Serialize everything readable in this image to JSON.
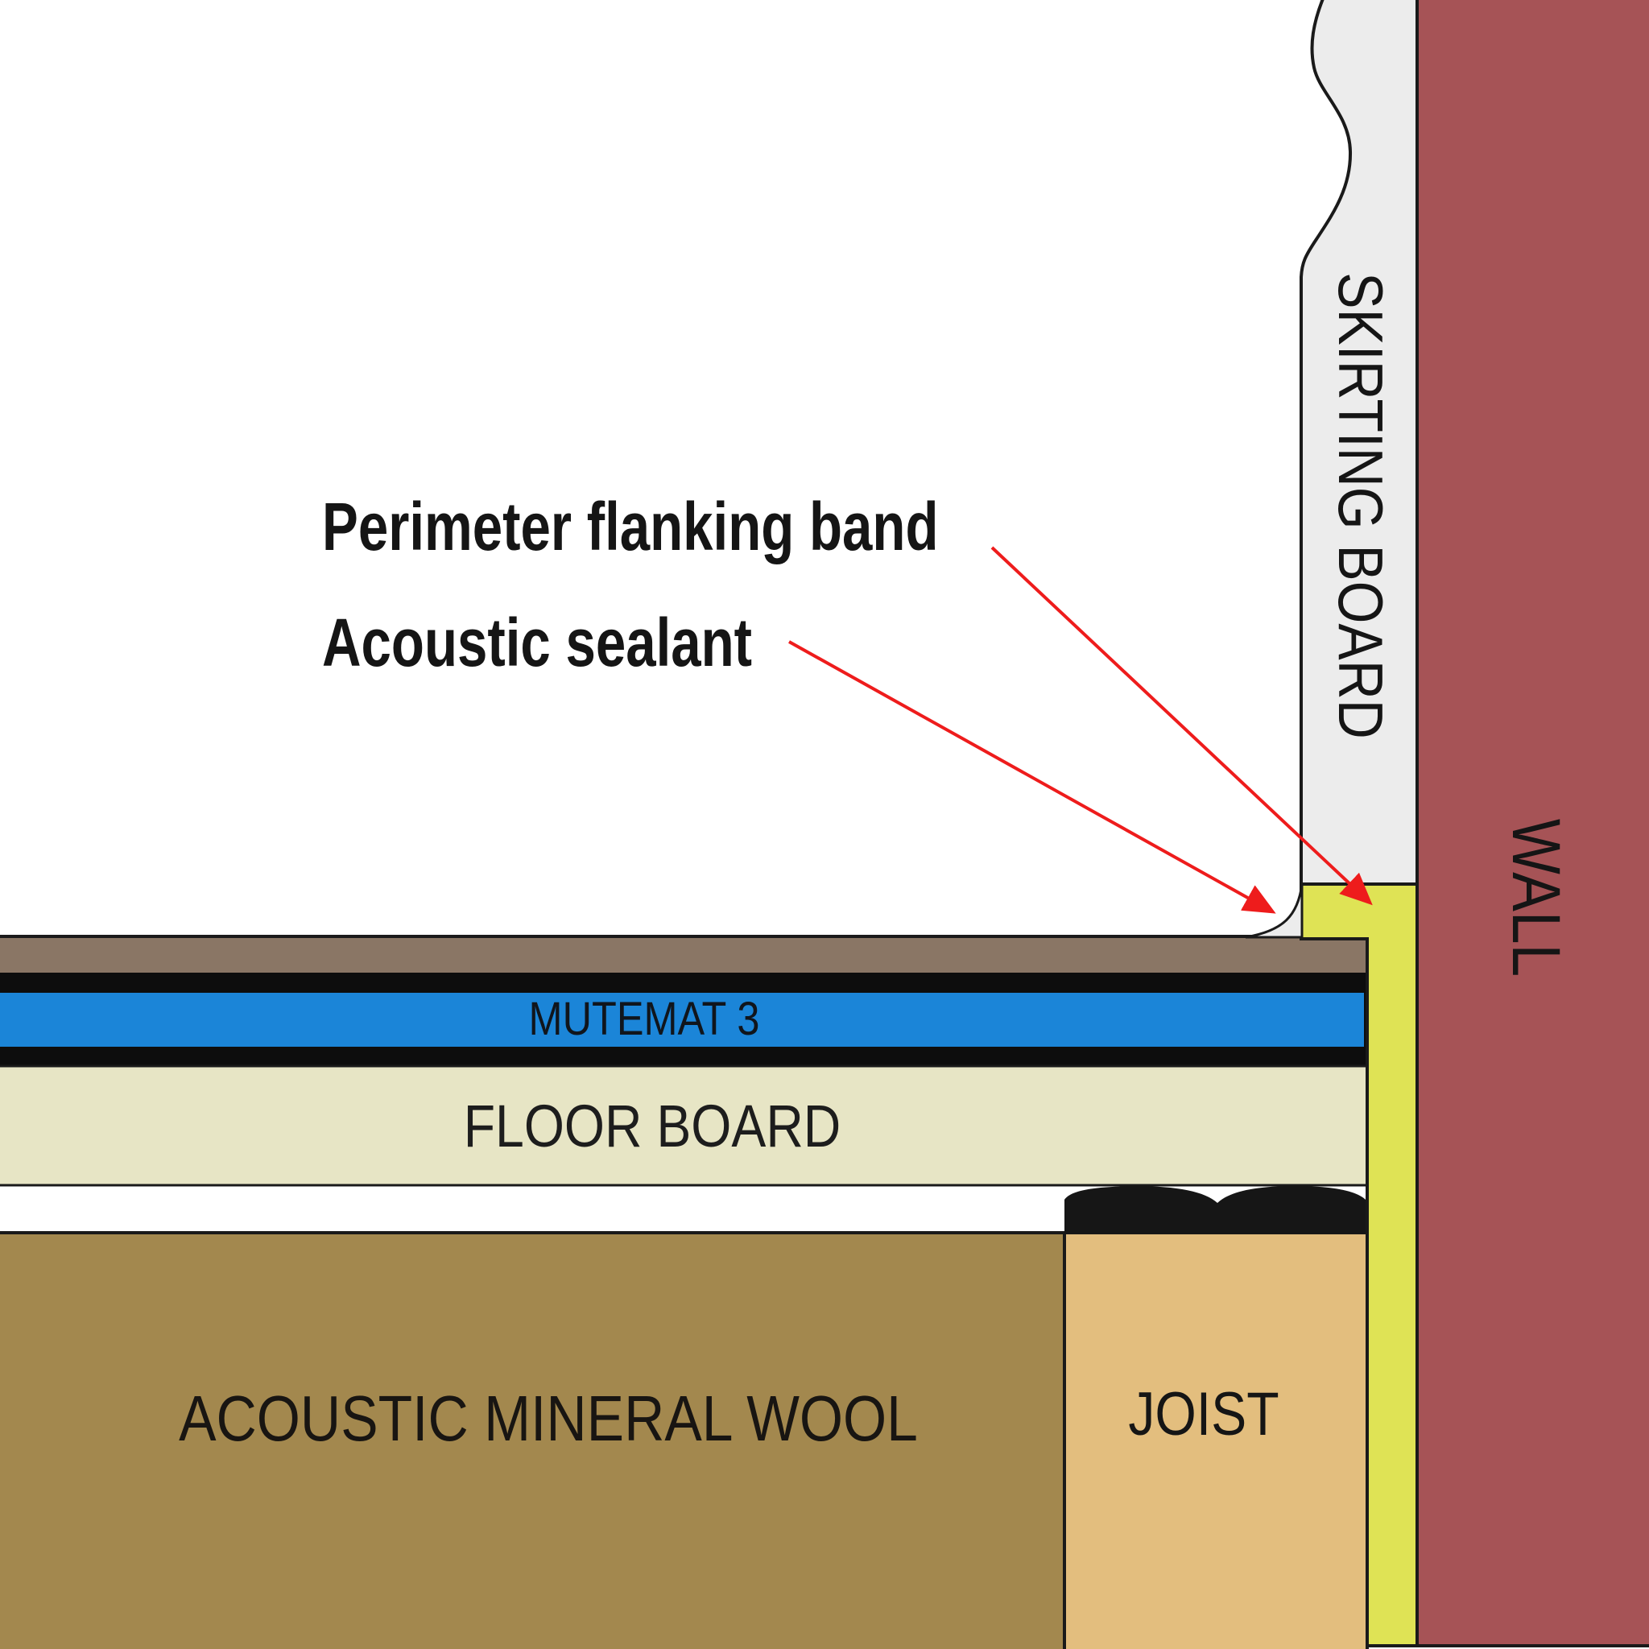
{
  "callouts": {
    "perimeter_flanking_band": "Perimeter flanking band",
    "acoustic_sealant": "Acoustic sealant"
  },
  "layer_labels": {
    "skirting_board": "SKIRTING BOARD",
    "wall": "WALL",
    "mutemat": "MUTEMAT 3",
    "floor_board": "FLOOR BOARD",
    "acoustic_mineral_wool": "ACOUSTIC MINERAL WOOL",
    "joist": "JOIST"
  },
  "colors": {
    "wall": "#a65356",
    "skirting_board": "#ececec",
    "flanking_band_yellow": "#dfe355",
    "sealant_fillet": "#ececec",
    "floor_covering_brown": "#8a7665",
    "mutemat_blue": "#1b85d8",
    "mutemat_backing_black": "#0d0d0d",
    "floor_board_cream": "#e7e5c5",
    "mineral_wool_gold": "#a3884e",
    "joist_tan": "#e3be7e",
    "isolator_black": "#161616",
    "outline": "#1a1a1a",
    "arrow_red": "#ee1c1c"
  }
}
